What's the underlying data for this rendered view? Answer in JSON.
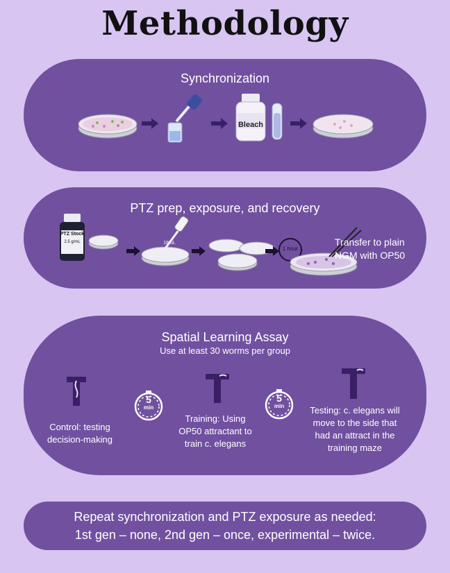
{
  "title": "Methodology",
  "sync": {
    "heading": "Synchronization",
    "bleach_label": "Bleach"
  },
  "ptz": {
    "heading": "PTZ prep, exposure, and recovery",
    "stock_label": "PTZ Stock",
    "stock_conc": "2.5 g/mL",
    "volume_label": "18 uL",
    "timer_label": "1 hour",
    "transfer_line1": "Transfer to plain",
    "transfer_line2": "NGM with OP50"
  },
  "assay": {
    "heading": "Spatial Learning Assay",
    "subheading": "Use at least 30 worms per group",
    "timer_value": "5",
    "timer_unit": "min",
    "control_line1": "Control: testing",
    "control_line2": "decision-making",
    "training_line1": "Training: Using",
    "training_line2": "OP50 attractant to",
    "training_line3": "train c. elegans",
    "testing_line1": "Testing: c. elegans  will",
    "testing_line2": "move to the side that",
    "testing_line3": "had an attract in the",
    "testing_line4": "training maze"
  },
  "repeat": {
    "line1": "Repeat synchronization and PTZ exposure as needed:",
    "line2": "1st gen – none, 2nd gen – once, experimental – twice."
  },
  "colors": {
    "background": "#d8c5f2",
    "panel": "#7150a0",
    "arrow": "#3a1f66",
    "t_maze": "#3a1f66"
  },
  "icons": [
    "petri-dish-icon",
    "pipette-icon",
    "arrow-icon",
    "bleach-bottle-icon",
    "test-tube-icon",
    "tweezers-icon",
    "timer-icon",
    "t-maze-icon",
    "worm-icon"
  ]
}
